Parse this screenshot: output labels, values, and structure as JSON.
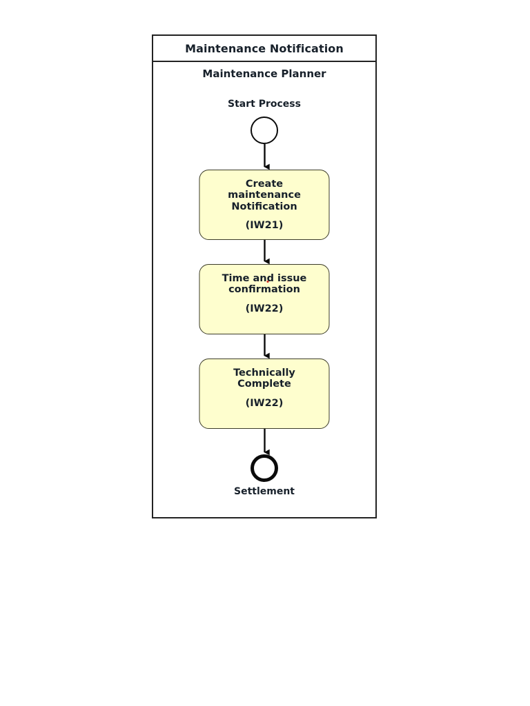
{
  "diagram": {
    "title": "Maintenance Notification",
    "lane_label": "Maintenance Planner",
    "type": "activity-diagram",
    "colors": {
      "activity_fill": "#FEFECE",
      "activity_border": "#3B3B28",
      "frame_border": "#222222",
      "text": "#17202A",
      "node_stroke": "#0B0B0B",
      "artifact_dot": "#D42A22",
      "background": "#FFFFFF"
    },
    "start": {
      "caption": "Start Process",
      "shape": "circle-thin"
    },
    "end": {
      "caption": "Settlement",
      "shape": "circle-thick"
    },
    "activities": [
      {
        "title": "Create\nmaintenance\nNotification",
        "code": "(IW21)"
      },
      {
        "title": "Time and issue\nconfirmation",
        "code": "(IW22)"
      },
      {
        "title": "Technically\nComplete",
        "code": "(IW22)"
      }
    ],
    "flow_sequence": [
      "Start Process",
      "Create maintenance Notification (IW21)",
      "Time and issue confirmation (IW22)",
      "Technically Complete (IW22)",
      "Settlement"
    ]
  }
}
